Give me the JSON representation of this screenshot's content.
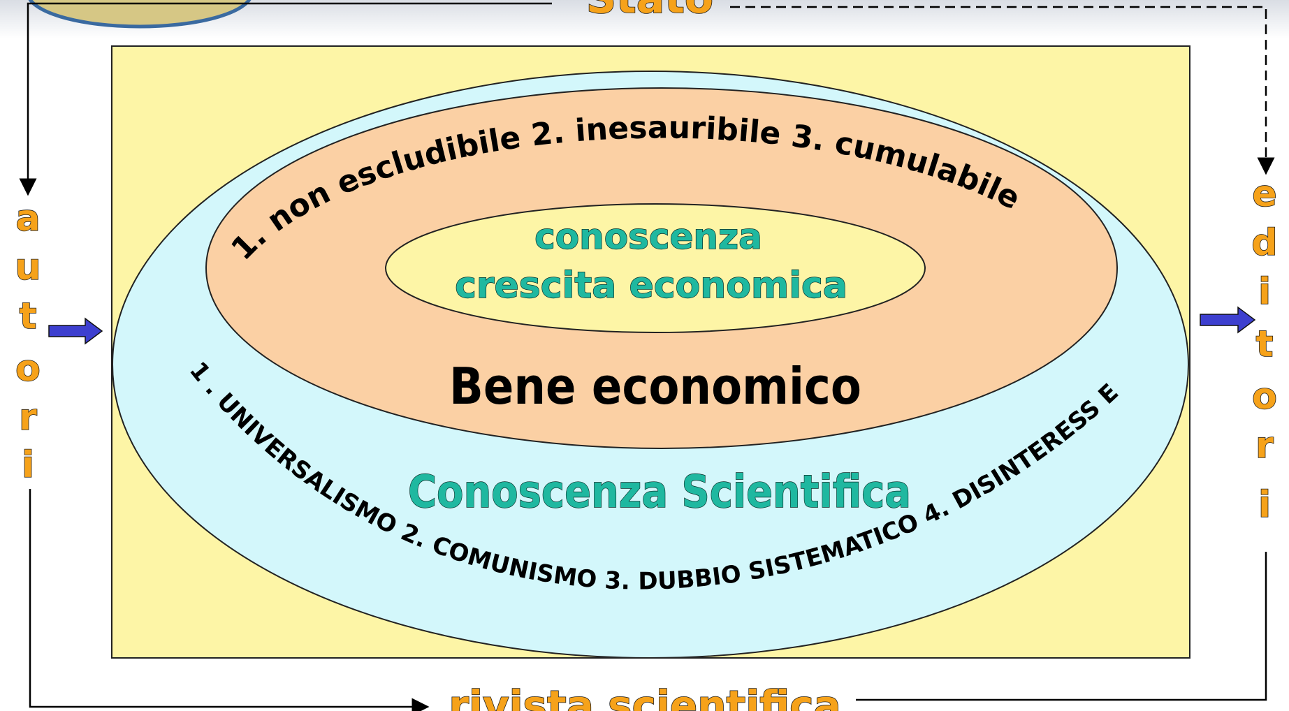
{
  "top_label": "Stato",
  "bottom_label": "rivista scientifica",
  "left_vertical_label": "autori",
  "right_vertical_label": "editori",
  "outer_ring": {
    "title": "Conoscenza Scientifica",
    "curved_text": "1 . UNIVERSALISMO 2. COMUNISMO 3. DUBBIO SISTEMATICO 4. DISINTERESS E"
  },
  "middle_ring": {
    "title": "Bene economico",
    "curved_text": "1. non escludibile 2. inesauribile 3. cumulabile"
  },
  "center": {
    "line1": "conoscenza",
    "line2": "crescita economica"
  },
  "colors": {
    "frame_fill": "#fdf5a6",
    "outer_ellipse": "#d3f7fb",
    "middle_ellipse": "#fbd0a4",
    "inner_ellipse": "#fdf5a6",
    "teal_text": "#1fb8a0",
    "orange_text": "#f6a21a",
    "arrow_fill": "#3d3fcf"
  }
}
